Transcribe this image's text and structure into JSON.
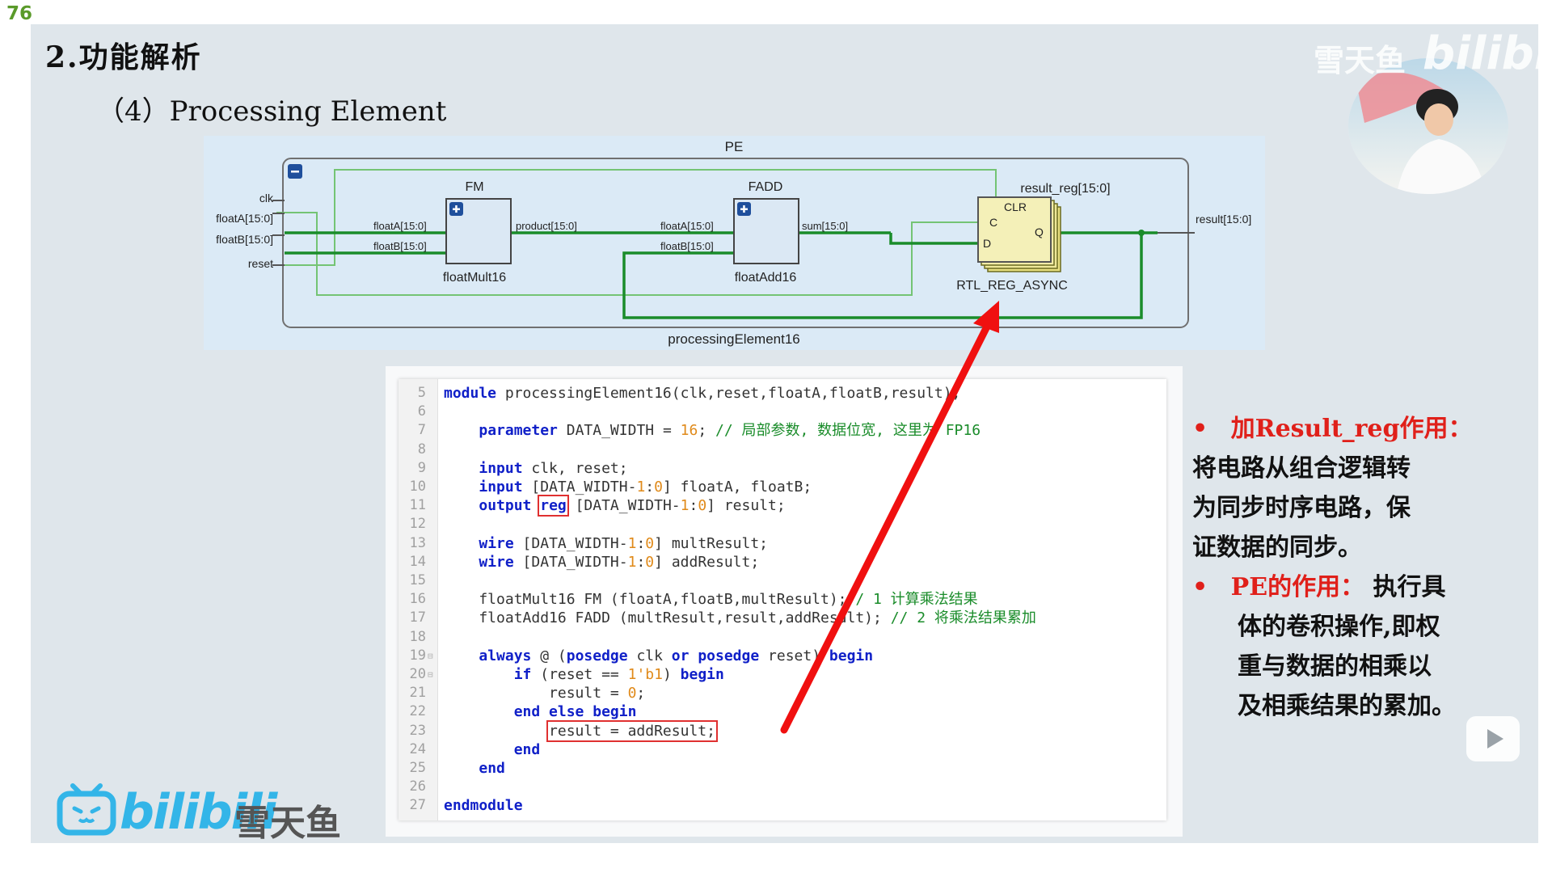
{
  "page_number": "76",
  "slide": {
    "section_title": "2.功能解析",
    "subtitle": "（4）Processing Element"
  },
  "schematic": {
    "outer_label": "PE",
    "module_label": "processingElement16",
    "collapse_symbol": "−",
    "expand_symbol": "+",
    "inputs": [
      "clk",
      "floatA[15:0]",
      "floatB[15:0]",
      "reset"
    ],
    "output": "result[15:0]",
    "fm": {
      "title": "FM",
      "name": "floatMult16",
      "in_a": "floatA[15:0]",
      "in_b": "floatB[15:0]",
      "out": "product[15:0]"
    },
    "fadd": {
      "title": "FADD",
      "name": "floatAdd16",
      "in_a": "floatA[15:0]",
      "in_b": "floatB[15:0]",
      "out": "sum[15:0]"
    },
    "reg": {
      "title": "result_reg[15:0]",
      "type": "RTL_REG_ASYNC",
      "clr": "CLR",
      "c": "C",
      "d": "D",
      "q": "Q"
    }
  },
  "code": {
    "lines": [
      {
        "n": "5",
        "html": "<span class=\"kw\">module</span> processingElement16(clk,reset,floatA,floatB,result);"
      },
      {
        "n": "6",
        "html": ""
      },
      {
        "n": "7",
        "html": "    <span class=\"kw\">parameter</span> DATA_WIDTH = <span class=\"num\">16</span>; <span class=\"cm\">// 局部参数, 数据位宽, 这里为 FP16</span>"
      },
      {
        "n": "8",
        "html": ""
      },
      {
        "n": "9",
        "html": "    <span class=\"kw\">input</span> clk, reset;"
      },
      {
        "n": "10",
        "html": "    <span class=\"kw\">input</span> [DATA_WIDTH-<span class=\"num\">1</span>:<span class=\"num\">0</span>] floatA, floatB;"
      },
      {
        "n": "11",
        "html": "    <span class=\"kw\">output</span> <span class=\"kw box\">reg</span> [DATA_WIDTH-<span class=\"num\">1</span>:<span class=\"num\">0</span>] result;"
      },
      {
        "n": "12",
        "html": ""
      },
      {
        "n": "13",
        "html": "    <span class=\"kw\">wire</span> [DATA_WIDTH-<span class=\"num\">1</span>:<span class=\"num\">0</span>] multResult;"
      },
      {
        "n": "14",
        "html": "    <span class=\"kw\">wire</span> [DATA_WIDTH-<span class=\"num\">1</span>:<span class=\"num\">0</span>] addResult;"
      },
      {
        "n": "15",
        "html": ""
      },
      {
        "n": "16",
        "html": "    floatMult16 FM (floatA,floatB,multResult);<span class=\"cm\">// 1 计算乘法结果</span>"
      },
      {
        "n": "17",
        "html": "    floatAdd16 FADD (multResult,result,addResult); <span class=\"cm\">// 2 将乘法结果累加</span>"
      },
      {
        "n": "18",
        "html": ""
      },
      {
        "n": "19",
        "html": "    <span class=\"kw\">always</span> @ (<span class=\"kw\">posedge</span> clk <span class=\"kw\">or</span> <span class=\"kw\">posedge</span> reset) <span class=\"kw\">begin</span>",
        "fold": true
      },
      {
        "n": "20",
        "html": "        <span class=\"kw\">if</span> (reset == <span class=\"num\">1'b1</span>) <span class=\"kw\">begin</span>",
        "fold": true
      },
      {
        "n": "21",
        "html": "            result = <span class=\"num\">0</span>;"
      },
      {
        "n": "22",
        "html": "        <span class=\"kw\">end else begin</span>"
      },
      {
        "n": "23",
        "html": "            <span class=\"box\">result = addResult;</span>"
      },
      {
        "n": "24",
        "html": "        <span class=\"kw\">end</span>"
      },
      {
        "n": "25",
        "html": "    <span class=\"kw\">end</span>"
      },
      {
        "n": "26",
        "html": ""
      },
      {
        "n": "27",
        "html": "<span class=\"kw\">endmodule</span>"
      }
    ]
  },
  "notes": {
    "bullet_symbol": "•",
    "heading1": "加Result_reg作用：",
    "body1_lines": [
      "将电路从组合逻辑转",
      "为同步时序电路，保",
      "证数据的同步。"
    ],
    "heading2": "PE的作用：",
    "body2_first": "执行具",
    "body2_lines": [
      "体的卷积操作,即权",
      "重与数据的相乘以",
      "及相乘结果的累加。"
    ]
  },
  "watermark": {
    "text_top": "雪天鱼",
    "bili_top": "bilibili",
    "bili_bottom": "bilibili",
    "name_bottom": "雪天鱼"
  },
  "colors": {
    "wire": "#1a8c2a",
    "wire_light": "#74c474",
    "arrow": "#f01010",
    "module_fill": "#dbe8f4",
    "reg_fill": "#f4f0b8"
  }
}
